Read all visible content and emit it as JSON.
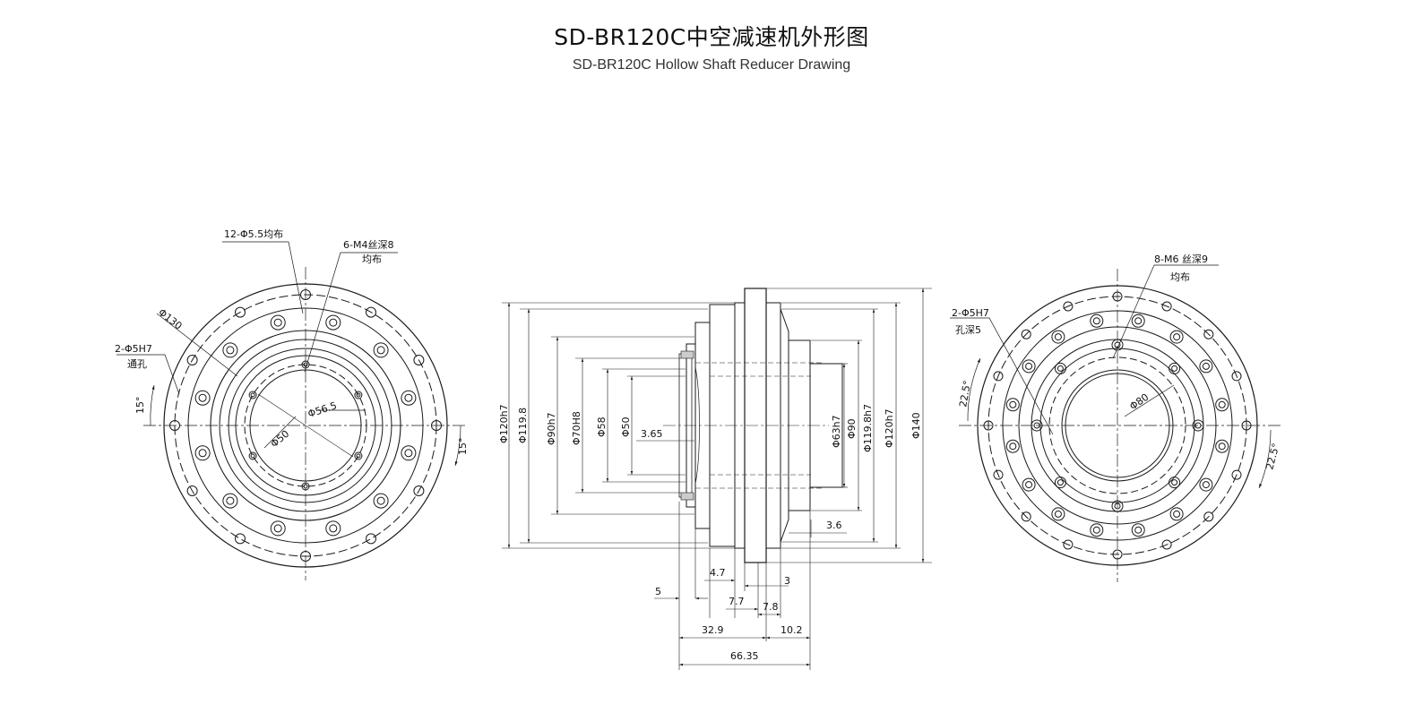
{
  "title": {
    "cn": "SD-BR120C中空减速机外形图",
    "en": "SD-BR120C Hollow Shaft Reducer Drawing"
  },
  "left_view": {
    "note_holes_12": "12-Φ5.5均布",
    "note_m4_line1": "6-M4丝深8",
    "note_m4_line2": "均布",
    "dia_130": "Φ130",
    "note_pin_line1": "2-Φ5H7",
    "note_pin_line2": "通孔",
    "angle_15_left": "15°",
    "angle_15_right": "15°",
    "dia_56_5": "Φ56.5",
    "dia_50": "Φ50"
  },
  "side_view": {
    "dia_120h7_left": "Φ120h7",
    "dia_119_8_left": "Φ119.8",
    "dia_90h7": "Φ90h7",
    "dia_70h8": "Φ70H8",
    "dia_58": "Φ58",
    "dia_50": "Φ50",
    "dim_3_65": "3.65",
    "dia_63h7": "Φ63h7",
    "dia_90": "Φ90",
    "dia_119_8h7": "Φ119.8h7",
    "dia_120h7_right": "Φ120h7",
    "dia_140": "Φ140",
    "dim_3_6": "3.6",
    "dim_4_7": "4.7",
    "dim_3": "3",
    "dim_5": "5",
    "dim_7_7": "7.7",
    "dim_7_8": "7.8",
    "dim_32_9": "32.9",
    "dim_10_2": "10.2",
    "dim_66_35": "66.35"
  },
  "right_view": {
    "note_m6_line1": "8-M6 丝深9",
    "note_m6_line2": "均布",
    "note_pin_line1": "2-Φ5H7",
    "note_pin_line2": "孔深5",
    "angle_22_5_left": "22.5°",
    "angle_22_5_right": "22.5°",
    "dia_80": "Φ80"
  },
  "colors": {
    "line": "#1a1a1a",
    "background": "#ffffff"
  }
}
